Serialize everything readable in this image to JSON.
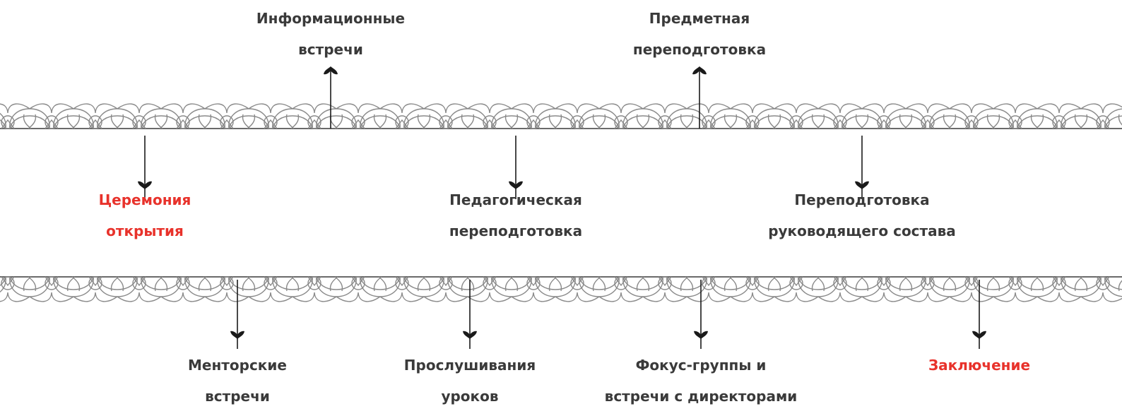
{
  "timeline": {
    "top_row": [
      {
        "lines": [
          "Информационные",
          "встречи"
        ],
        "highlight": false
      },
      {
        "lines": [
          "Предметная",
          "переподготовка"
        ],
        "highlight": false
      }
    ],
    "middle_row": [
      {
        "lines": [
          "Церемония",
          "открытия"
        ],
        "highlight": true
      },
      {
        "lines": [
          "Педагогическая",
          "переподготовка"
        ],
        "highlight": false
      },
      {
        "lines": [
          "Переподготовка",
          "руководящего состава"
        ],
        "highlight": false
      }
    ],
    "bottom_row": [
      {
        "lines": [
          "Менторские",
          "встречи"
        ],
        "highlight": false
      },
      {
        "lines": [
          "Прослушивания",
          "уроков"
        ],
        "highlight": false
      },
      {
        "lines": [
          "Фокус-группы и",
          "встречи с директорами"
        ],
        "highlight": false
      },
      {
        "lines": [
          "Заключение"
        ],
        "highlight": true
      }
    ]
  },
  "colors": {
    "text": "#3a3a3a",
    "accent": "#e8322b",
    "ornament": "#8a8a8a",
    "connector": "#1a1a1a"
  },
  "icons": {
    "ornament": "floral-border-ornament",
    "pointer": "leaf-arrow-icon"
  }
}
